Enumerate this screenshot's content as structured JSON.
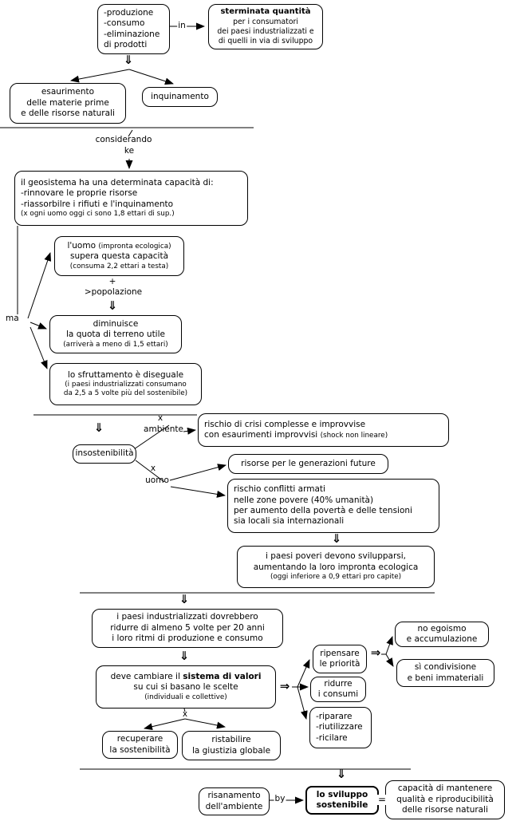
{
  "nodes": {
    "prodotti": {
      "lines": [
        "-produzione",
        "-consumo",
        "-eliminazione",
        "di prodotti"
      ]
    },
    "sterminata": {
      "title": "sterminata quantità",
      "lines": [
        "per i consumatori",
        "dei paesi industrializzati e",
        "di quelli in via di sviluppo"
      ]
    },
    "esaurimento": {
      "lines": [
        "esaurimento",
        "delle materie prime",
        "e delle risorse naturali"
      ]
    },
    "inquinamento": {
      "label": "inquinamento"
    },
    "geosistema": {
      "lines": [
        "il geosistema ha una determinata capacità di:",
        "-rinnovare le proprie risorse",
        "-riassorbilre i rifiuti e l'inquinamento"
      ],
      "note": "(x ogni uomo oggi ci sono 1,8 ettari di sup.)"
    },
    "uomo_impronta": {
      "main": "l'uomo",
      "aside": "(impronta ecologica)",
      "line2": "supera questa capacità",
      "note": "(consuma 2,2 ettari a testa)"
    },
    "diminuisce": {
      "lines": [
        "diminuisce",
        "la quota di terreno utile"
      ],
      "note": "(arriverà a meno di 1,5 ettari)"
    },
    "sfruttamento": {
      "line1": "lo sfruttamento è diseguale",
      "note1": "(i paesi industrializzati consumano",
      "note2": "da 2,5 a 5 volte più del sostenibile)"
    },
    "insostenibilita": {
      "label": "insostenibilità"
    },
    "crisi": {
      "line1": "rischio di crisi complesse e improvvise",
      "line2": "con esaurimenti improvvisi",
      "aside": "(shock non lineare)"
    },
    "risorse_future": {
      "label": "risorse per le generazioni future"
    },
    "conflitti": {
      "lines": [
        "rischio conflitti armati",
        "nelle zone povere (40% umanità)",
        "per aumento della povertà e delle tensioni",
        "sia locali sia internazionali"
      ]
    },
    "paesi_poveri": {
      "lines": [
        "i paesi poveri devono svilupparsi,",
        "aumentando la loro impronta ecologica"
      ],
      "note": "(oggi inferiore a 0,9 ettari pro capite)"
    },
    "industrializzati": {
      "lines": [
        "i paesi industrializzati dovrebbero",
        "ridurre di almeno 5 volte per 20 anni",
        "i loro ritmi di produzione e consumo"
      ]
    },
    "sistema_valori": {
      "pre": "deve cambiare il ",
      "bold": "sistema di valori",
      "line2": "su cui si basano le scelte",
      "note": "(individuali e collettive)"
    },
    "ripensare": {
      "lines": [
        "ripensare",
        "le priorità"
      ]
    },
    "ridurre": {
      "lines": [
        "ridurre",
        "i consumi"
      ]
    },
    "tre_r": {
      "lines": [
        "-riparare",
        "-riutilizzare",
        "-ricilare"
      ]
    },
    "no_egoismo": {
      "lines": [
        "no egoismo",
        "e accumulazione"
      ]
    },
    "condivisione": {
      "lines": [
        "sì condivisione",
        "e beni immateriali"
      ]
    },
    "recuperare": {
      "lines": [
        "recuperare",
        "la sostenibilità"
      ]
    },
    "ristabilire": {
      "lines": [
        "ristabilire",
        "la giustizia globale"
      ]
    },
    "risanamento": {
      "lines": [
        "risanamento",
        "dell'ambiente"
      ]
    },
    "sviluppo": {
      "lines": [
        "lo sviluppo",
        "sostenibile"
      ]
    },
    "capacita": {
      "lines": [
        "capacità di mantenere",
        "qualità e riproducibilità",
        "delle risorse naturali"
      ]
    }
  },
  "links": {
    "in": "in",
    "considerando": "considerando",
    "ke": "ke",
    "ma": "ma",
    "plus": "+",
    "gt_popolazione": ">popolazione",
    "x": "x",
    "ambiente": "ambiente",
    "uomo": "uomo",
    "by": "by",
    "equals": "=",
    "arrow_down": "⇓",
    "arrow_right": "⇒"
  },
  "colors": {
    "line": "#000000",
    "background": "#ffffff",
    "text": "#000000"
  }
}
